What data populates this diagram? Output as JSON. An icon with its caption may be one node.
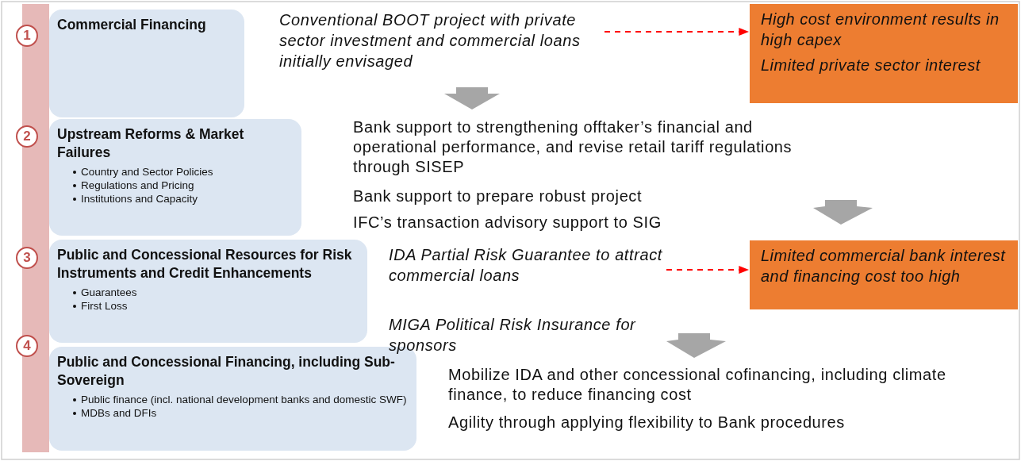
{
  "diagram": {
    "nodes": [
      {
        "text": [
          "1"
        ]
      },
      {
        "text": [
          "Commercial Financing"
        ]
      },
      {
        "text": [
          "Conventional BOOT project with private sector investment and commercial loans initially envisaged"
        ]
      },
      {
        "text": [
          "High cost environment results in high capex",
          "Limited private sector interest"
        ]
      },
      {
        "text": [
          "2"
        ]
      },
      {
        "text": [
          "Upstream Reforms & Market Failures",
          "Country and Sector Policies",
          "Regulations and Pricing",
          "Institutions and Capacity"
        ]
      },
      {
        "text": [
          "3"
        ]
      },
      {
        "text": [
          "Public and Concessional Resources for Risk Instruments and Credit Enhancements",
          "Guarantees",
          "First Loss"
        ]
      },
      {
        "text": [
          "IDA Partial Risk Guarantee to attract commercial loans"
        ]
      },
      {
        "text": [
          "Limited commercial bank interest and financing cost too high"
        ]
      },
      {
        "text": [
          "4"
        ]
      },
      {
        "text": [
          "Public and Concessional Financing, including Sub-Sovereign",
          "Public finance (incl. national development banks and domestic SWF)",
          "MDBs and DFIs"
        ]
      },
      {
        "text": [],
        "shape": "bar"
      }
    ],
    "edges": [
      {
        "from": 2,
        "to": 3,
        "arrow": "to",
        "style": "dashed",
        "color": "#ff0000"
      },
      {
        "from": 8,
        "to": 9,
        "arrow": "to",
        "style": "dashed",
        "color": "#ff0000"
      }
    ],
    "labels": [
      "Bank support to strengthening offtaker’s financial and operational performance, and revise retail tariff regulations through SISEP",
      "Bank support to prepare robust project",
      "IFC’s transaction advisory support to SIG",
      "MIGA Political Risk Insurance  for sponsors",
      "Mobilize IDA and other concessional cofinancing, including climate finance, to reduce financing cost",
      "Agility through applying flexibility to Bank procedures"
    ]
  }
}
